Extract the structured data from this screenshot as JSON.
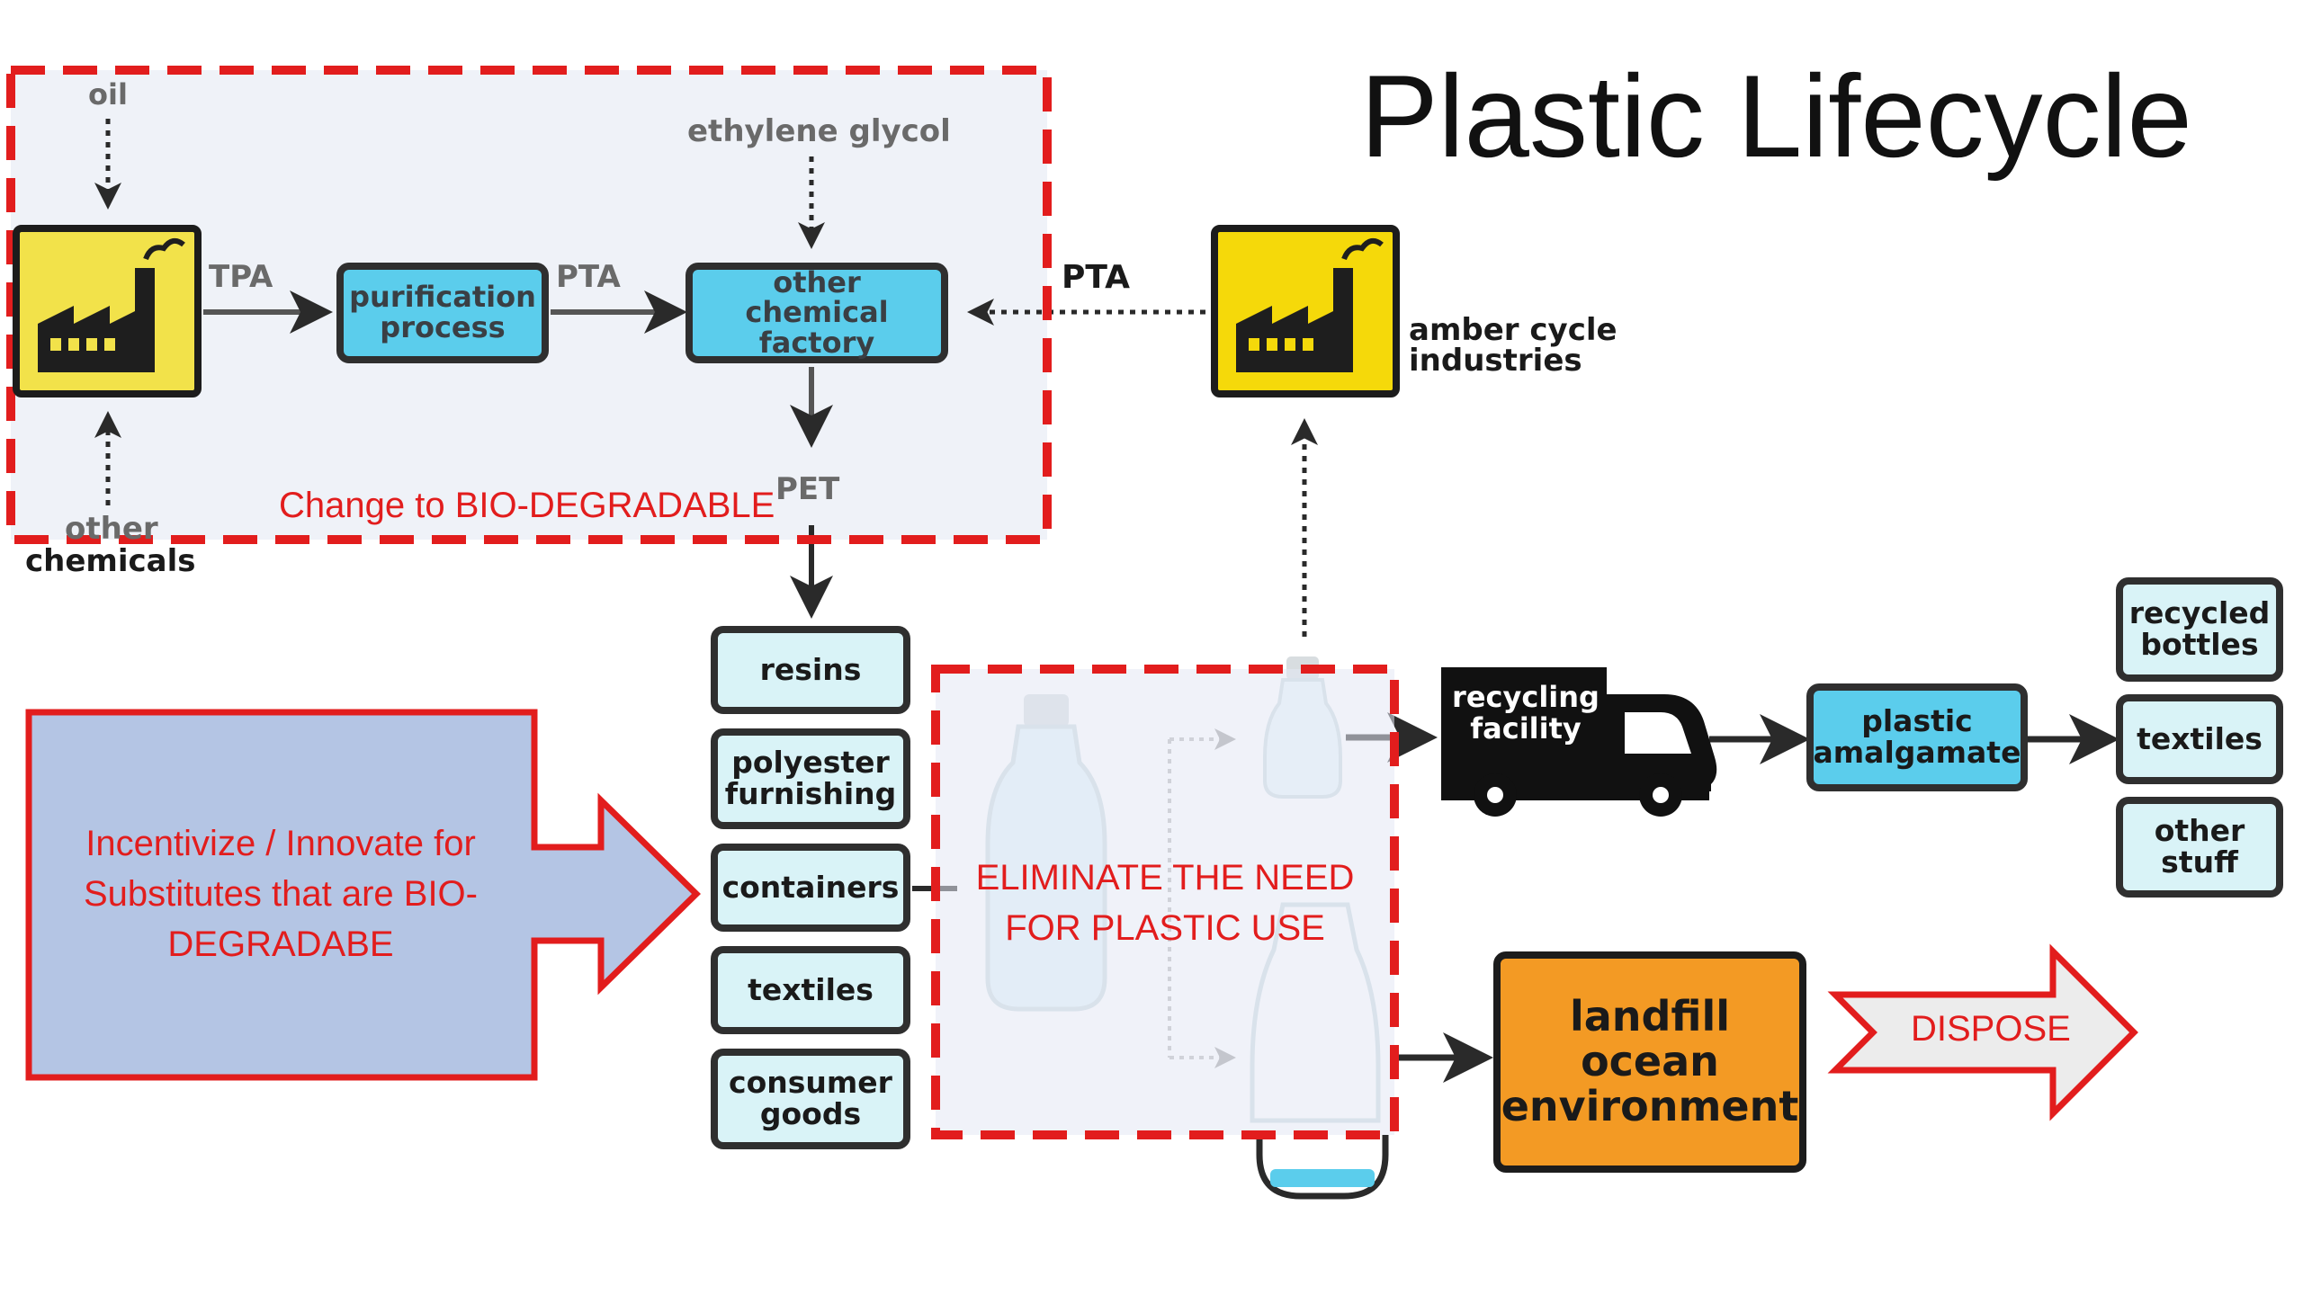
{
  "title": "Plastic Lifecycle",
  "inputs": {
    "oil": "oil",
    "ethylene_glycol": "ethylene glycol",
    "other_chemicals_line1": "other",
    "other_chemicals_line2": "chemicals"
  },
  "flow_labels": {
    "tpa": "TPA",
    "pta_1": "PTA",
    "pta_2": "PTA",
    "pet": "PET"
  },
  "process": {
    "purification": "purification process",
    "other_chemical_factory": "other chemical factory",
    "amber_cycle": "amber cycle industries"
  },
  "products": [
    "resins",
    "polyester furnishing",
    "containers",
    "textiles",
    "consumer goods"
  ],
  "recycling": {
    "facility": "recycling facility",
    "amalgamate": "plastic amalgamate"
  },
  "recycled_outputs": [
    "recycled bottles",
    "textiles",
    "other stuff"
  ],
  "disposal": "landfill ocean environment",
  "annotations": {
    "biodegradable": "Change to BIO-DEGRADABLE",
    "incentivize": "Incentivize / Innovate for Substitutes that are BIO-DEGRADABE",
    "eliminate": "ELIMINATE THE NEED FOR PLASTIC USE",
    "dispose": "DISPOSE"
  },
  "colors": {
    "factory_yellow": "#f2e24a",
    "amber_yellow": "#f5d90a",
    "process_cyan": "#5bcdec",
    "product_light": "#d9f3f7",
    "landfill_orange": "#f39a24",
    "annotation_red": "#e21d1d",
    "incentive_fill": "#b4c5e4"
  }
}
